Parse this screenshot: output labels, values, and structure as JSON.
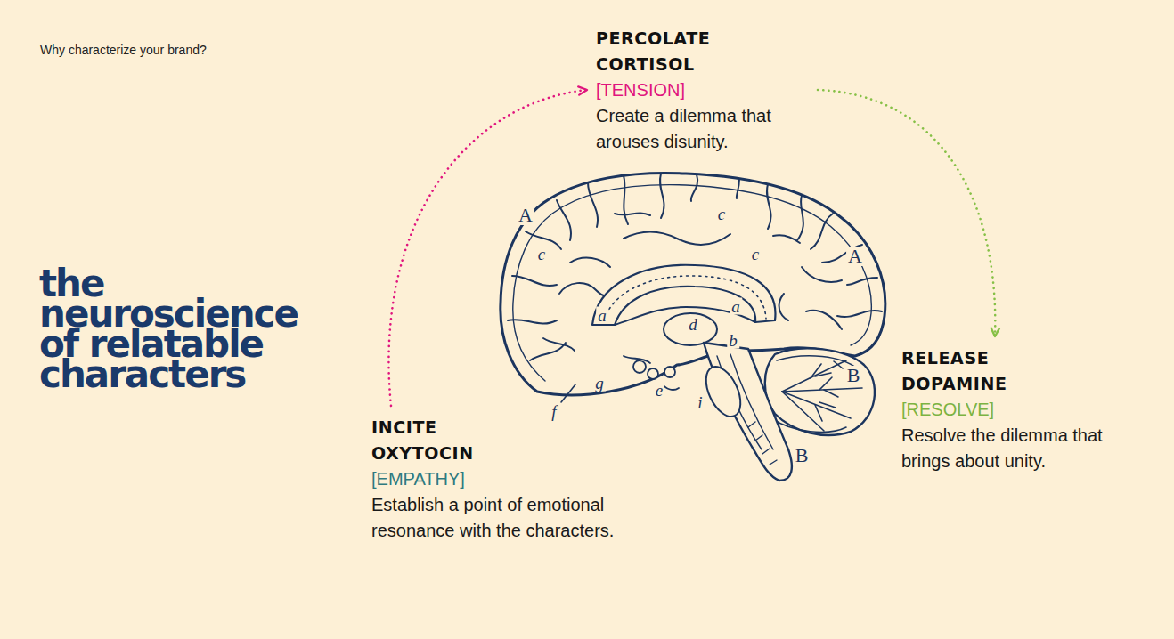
{
  "diagram": {
    "title": "the neuroscience of relatable characters",
    "nodes": [
      {
        "text": [
          "PERCOLATE CORTISOL",
          "[TENSION]",
          "Create a dilemma that arouses disunity."
        ]
      },
      {
        "text": [
          "RELEASE DOPAMINE",
          "[RESOLVE]",
          "Resolve the dilemma that brings about unity."
        ]
      },
      {
        "text": [
          "INCITE OXYTOCIN",
          "[EMPATHY]",
          "Establish a point of emotional resonance with the characters."
        ]
      }
    ],
    "edges": [
      {
        "from": 2,
        "to": 0,
        "arrow": "to"
      },
      {
        "from": 0,
        "to": 1,
        "arrow": "to"
      }
    ],
    "labels": [
      "Why characterize your brand?",
      "A",
      "c",
      "c",
      "c",
      "A",
      "a",
      "d",
      "a",
      "b",
      "g",
      "e",
      "f",
      "i",
      "B",
      "B"
    ]
  }
}
